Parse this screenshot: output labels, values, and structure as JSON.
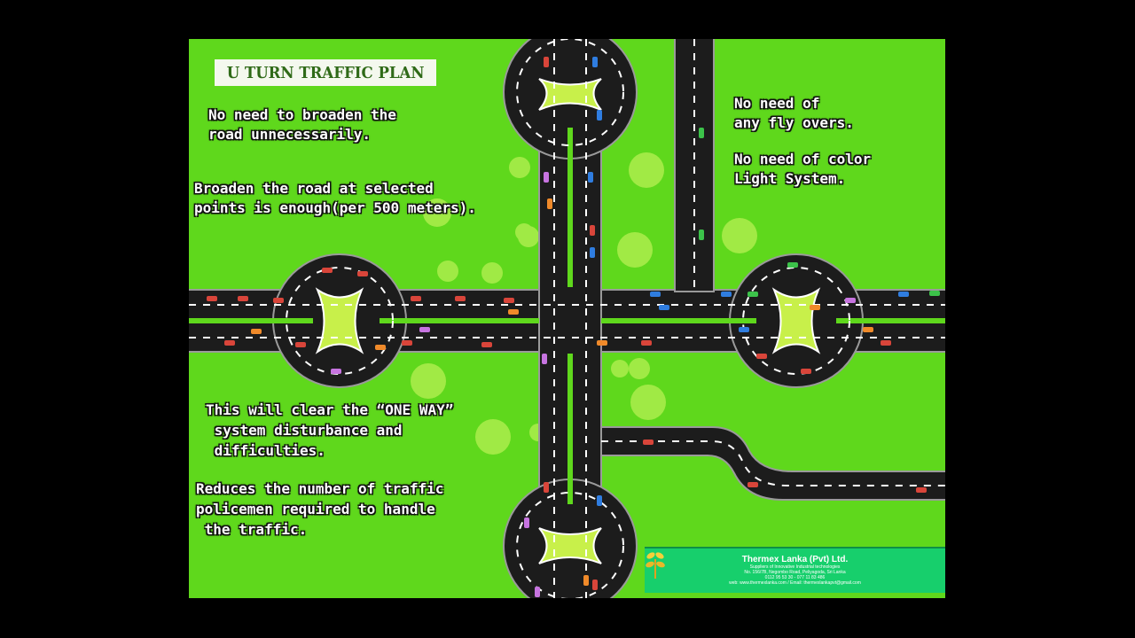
{
  "title": "U TURN TRAFFIC PLAN",
  "notes": {
    "broaden": "No need to broaden the\nroad unnecessarily.",
    "selected": "Broaden the road at selected\npoints is enough(per 500 meters).",
    "flyovers": "No need of\nany fly overs.",
    "lights": "No need of color\nLight System.",
    "oneway": "This will clear the “ONE WAY”\n system disturbance and\n difficulties.",
    "police": "Reduces the number of traffic\npolicemen required to handle\n the traffic."
  },
  "company": {
    "name": "Thermex Lanka (Pvt) Ltd.",
    "line1": "Suppliers of Innovative Industrial technologies",
    "line2": "No. 156/7B, Negombo Road, Peliyagoda, Sri Lanka",
    "line3": "0112 95 53 30 - 077 11 83 486",
    "line4": "web: www.thermexlanka.com / Email: thermexlankapvt@gmail.com"
  },
  "colors": {
    "grass": "#5fd81c",
    "road": "#1c1c1c",
    "island": "#c8f04a",
    "banner": "#17cf6c"
  }
}
